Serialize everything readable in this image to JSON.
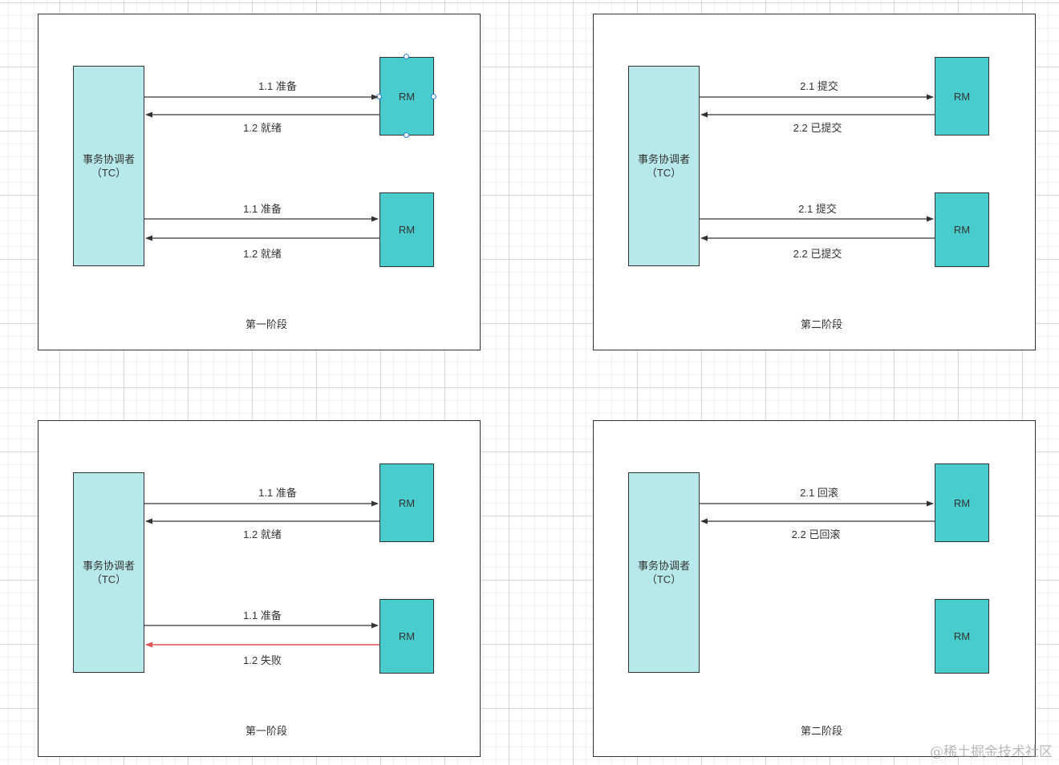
{
  "tc_label": "事务协调者",
  "tc_sub": "（TC）",
  "rm_label": "RM",
  "panels": [
    {
      "phase": "第一阶段",
      "req1": "1.1 准备",
      "resp1": "1.2 就绪",
      "req2": "1.1 准备",
      "resp2": "1.2 就绪"
    },
    {
      "phase": "第二阶段",
      "req1": "2.1 提交",
      "resp1": "2.2 已提交",
      "req2": "2.1 提交",
      "resp2": "2.2 已提交"
    },
    {
      "phase": "第一阶段",
      "req1": "1.1 准备",
      "resp1": "1.2 就绪",
      "req2": "1.1 准备",
      "resp2": "1.2 失败"
    },
    {
      "phase": "第二阶段",
      "req1": "2.1 回滚",
      "resp1": "2.2 已回滚"
    }
  ],
  "colors": {
    "tc_fill": "#b7e9ea",
    "rm_fill": "#48cccd",
    "arrow": "#333333",
    "failure_arrow": "#e05555",
    "selection_handle": "#2b7fd9"
  },
  "watermark": "@稀土掘金技术社区"
}
